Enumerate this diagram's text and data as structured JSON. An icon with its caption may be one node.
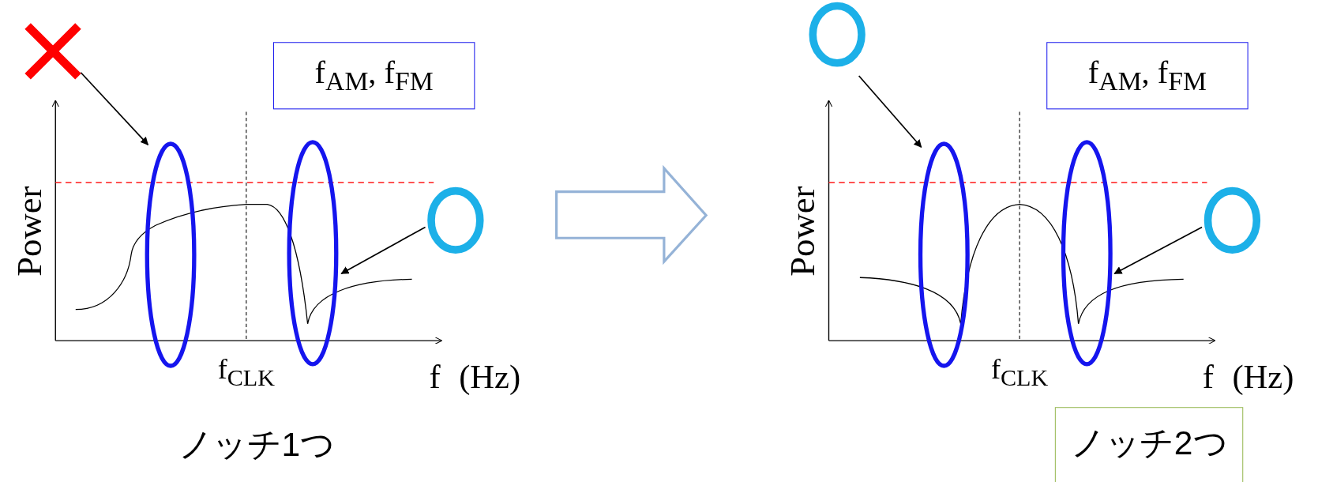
{
  "diagram": {
    "nodes": [
      {
        "text": [],
        "shape": "cross"
      },
      {
        "text": [],
        "shape": "ellipse"
      },
      {
        "text": [],
        "shape": "ellipse"
      },
      {
        "text": [],
        "shape": "circle"
      },
      {
        "text": [
          "f$_{AM}$, f$_{FM}$"
        ]
      },
      {
        "text": [],
        "shape": "circle"
      },
      {
        "text": [],
        "shape": "ellipse"
      },
      {
        "text": [],
        "shape": "ellipse"
      },
      {
        "text": [],
        "shape": "circle"
      },
      {
        "text": [
          "f$_{AM}$, f$_{FM}$"
        ]
      },
      {
        "text": [
          "ノッチ2つ"
        ]
      }
    ],
    "edges": [
      {
        "from": 0,
        "to": 1,
        "arrow": "to"
      },
      {
        "from": 3,
        "to": 2,
        "arrow": "to"
      },
      {
        "from": 5,
        "to": 6,
        "arrow": "to"
      },
      {
        "from": 8,
        "to": 7,
        "arrow": "to"
      }
    ],
    "labels": [
      "Power",
      "f$_{CLK}$",
      "f (Hz)",
      "ノッチ1つ",
      "Power",
      "f$_{CLK}$",
      "f (Hz)"
    ]
  }
}
